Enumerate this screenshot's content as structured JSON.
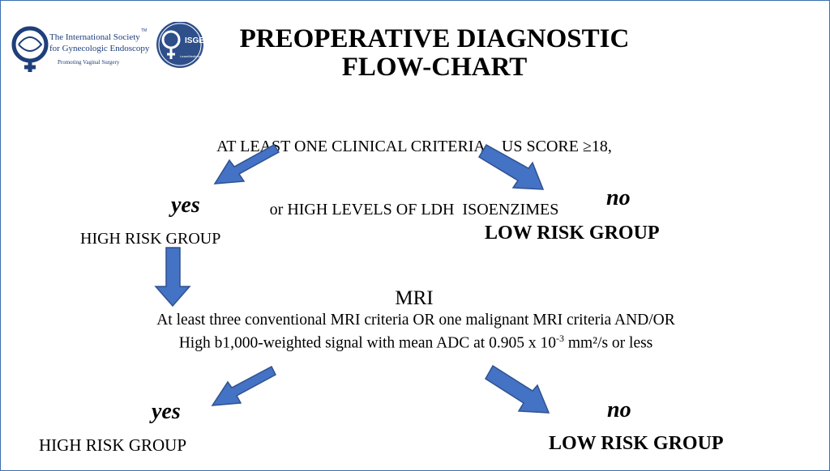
{
  "logo": {
    "society_line1": "The International Society",
    "society_line2": "for Gynecologic Endoscopy",
    "tagline": "Promoting Vaginal Surgery",
    "isge_label": "ISGE",
    "tm_mark": "TM",
    "seal_caption": "LearnMedicine",
    "colors": {
      "primary": "#1e3f7a",
      "seal": "#2e4f8a"
    }
  },
  "title": {
    "line1": "PREOPERATIVE DIAGNOSTIC",
    "line2": "FLOW-CHART"
  },
  "criteria": {
    "line1": "AT LEAST ONE CLINICAL CRITERIA,   US SCORE ≥18,",
    "line2": "or HIGH LEVELS OF LDH  ISOENZIMES"
  },
  "branch1": {
    "yes_label": "yes",
    "yes_group": "HIGH RISK GROUP",
    "no_label": "no",
    "no_group": "LOW RISK GROUP"
  },
  "mri": {
    "title": "MRI",
    "line1": "At least three conventional MRI criteria OR one malignant MRI criteria AND/OR",
    "line2_prefix": "High b1,000-weighted signal with mean ADC at 0.905 x 10",
    "line2_exp": "-3",
    "line2_suffix": " mm²/s or less"
  },
  "branch2": {
    "yes_label": "yes",
    "yes_group": "HIGH RISK GROUP",
    "no_label": "no",
    "no_group": "LOW RISK GROUP"
  },
  "colors": {
    "arrow_fill": "#4472c4",
    "arrow_stroke": "#2f528f",
    "border": "#3b6fb0"
  }
}
